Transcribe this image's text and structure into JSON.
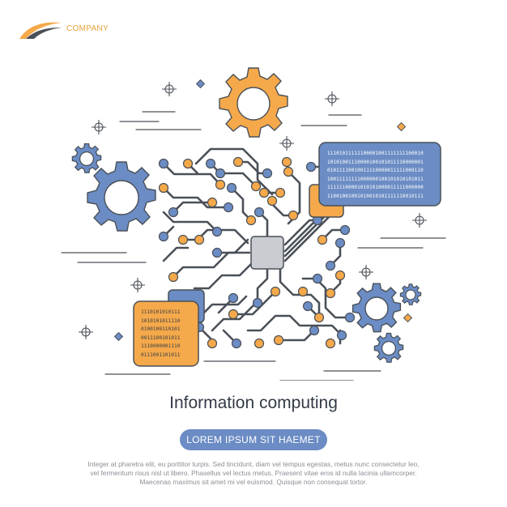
{
  "brand": {
    "company_name": "COMPANY",
    "colors": {
      "orange": "#f5a94a",
      "blue": "#6b8cc4",
      "gray": "#c9ccd1",
      "outline": "#4a5058"
    }
  },
  "hero": {
    "title": "Information computing",
    "cta_label": "LOREM IPSUM SIT HAEMET",
    "body_lines": [
      "Integer at pharetra elit, eu porttitor turpis. Sed tincidunt, diam vel tempus egestas, metus nunc consectetur leo,",
      "vel fermentum risus nisl ut libero. Phasellus vel lectus metus. Praesent vitae eros id nulla lacinia ullamcorper.",
      "Maecenas maximus sit amet mi vel euismod. Quisque non consequat tortor."
    ]
  },
  "illustration": {
    "blue_panel_lines": [
      "11101011111100001001111111100010",
      "10101001110000100101011110000001",
      "01011110010011110000011111000110",
      "10011111111000000100101010101011",
      "11111100001010101000011111000000",
      "11001001001010010101111110010111"
    ],
    "orange_panel_lines": [
      "1110101010111",
      "1010101011110",
      "0100100110101",
      "0011100101011",
      "1110000001110",
      "0111001101011"
    ],
    "icons": [
      "gear-icon",
      "circuit-chip-icon",
      "crosshair-icon",
      "diamond-icon",
      "logo-icon"
    ]
  }
}
